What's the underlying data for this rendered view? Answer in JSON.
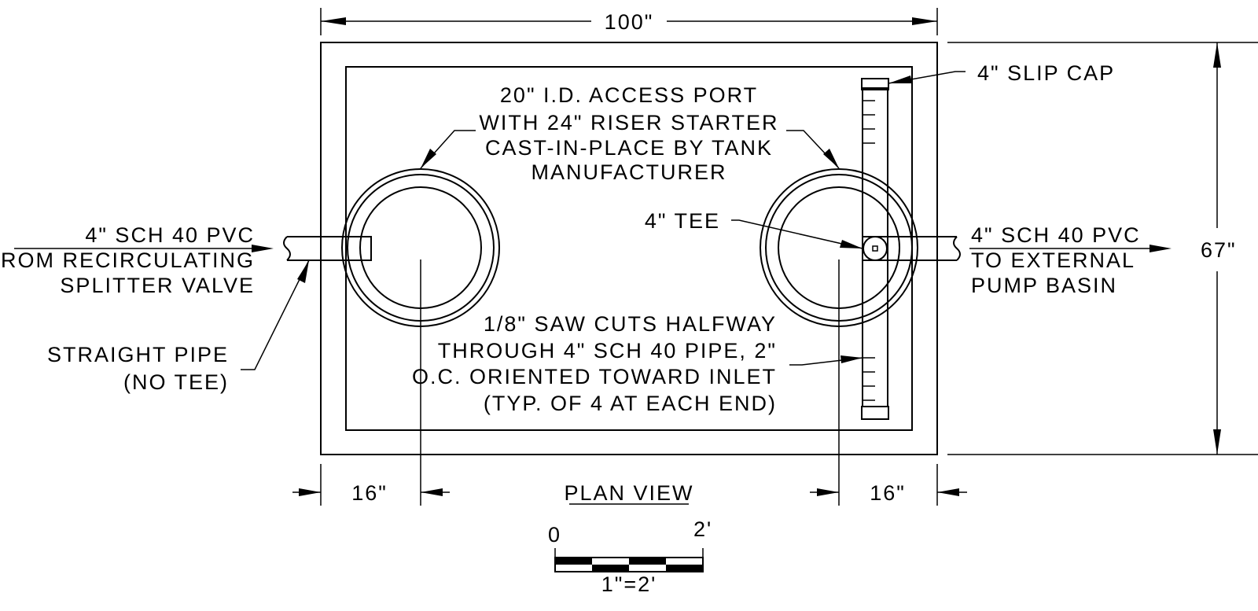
{
  "drawing": {
    "title": "PLAN VIEW",
    "dim_top": "100\"",
    "dim_right": "67\"",
    "dim_bottom_left": "16\"",
    "dim_bottom_right": "16\"",
    "access_port_note": [
      "20\" I.D. ACCESS PORT",
      "WITH 24\" RISER STARTER",
      "CAST-IN-PLACE BY TANK",
      "MANUFACTURER"
    ],
    "slip_cap": "4\" SLIP CAP",
    "tee": "4\" TEE",
    "inlet_label": [
      "4\" SCH 40 PVC",
      "FROM RECIRCULATING",
      "SPLITTER VALVE"
    ],
    "outlet_label": [
      "4\" SCH 40 PVC",
      "TO EXTERNAL",
      "PUMP BASIN"
    ],
    "straight_pipe": [
      "STRAIGHT PIPE",
      "(NO TEE)"
    ],
    "saw_cuts_note": [
      "1/8\" SAW CUTS HALFWAY",
      "THROUGH 4\" SCH 40 PIPE, 2\"",
      "O.C. ORIENTED TOWARD INLET",
      "(TYP. OF 4 AT EACH END)"
    ],
    "scale": {
      "start": "0",
      "end": "2'",
      "ratio": "1\"=2'"
    }
  }
}
